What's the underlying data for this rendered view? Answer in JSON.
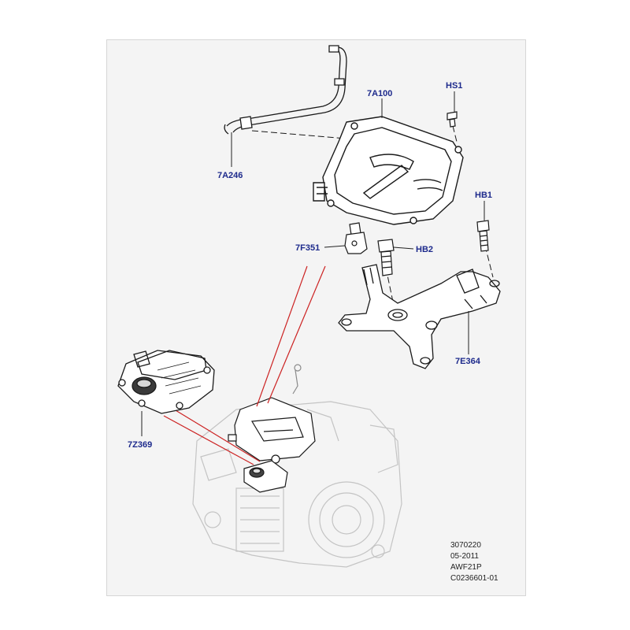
{
  "colors": {
    "frame_bg": "#f4f4f4",
    "label": "#1d2a8c",
    "leader": "#222222",
    "highlight_lines": "#cc2222",
    "part_stroke": "#1a1a1a",
    "ghost_stroke": "#bfbfbf"
  },
  "callouts": {
    "c_7a246": "7A246",
    "c_7a100": "7A100",
    "c_hs1": "HS1",
    "c_hb1": "HB1",
    "c_7f351": "7F351",
    "c_hb2": "HB2",
    "c_7e364": "7E364",
    "c_7z369": "7Z369"
  },
  "footer": {
    "line1": "3070220",
    "line2": "05-2011",
    "line3": "AWF21P",
    "line4": "C0236601-01"
  }
}
